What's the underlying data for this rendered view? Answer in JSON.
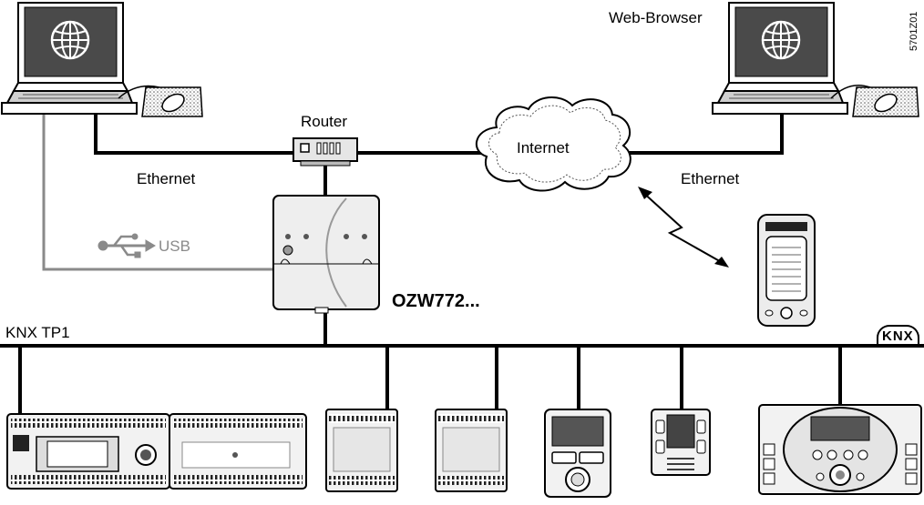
{
  "labels": {
    "router": "Router",
    "internet": "Internet",
    "web_browser": "Web-Browser",
    "ethernet_left": "Ethernet",
    "ethernet_right": "Ethernet",
    "usb": "USB",
    "device": "OZW772...",
    "bus": "KNX TP1",
    "knx_logo": "KNX",
    "drawing_code": "5701Z01"
  },
  "icons": [
    "globe-icon",
    "mouse-icon",
    "usb-icon",
    "wireless-link-icon",
    "knx-logo-icon"
  ],
  "colors": {
    "line": "#000000",
    "usb_line": "#8a8a8a",
    "device_fill": "#eeeeee",
    "screen": "#4a4a4a"
  }
}
